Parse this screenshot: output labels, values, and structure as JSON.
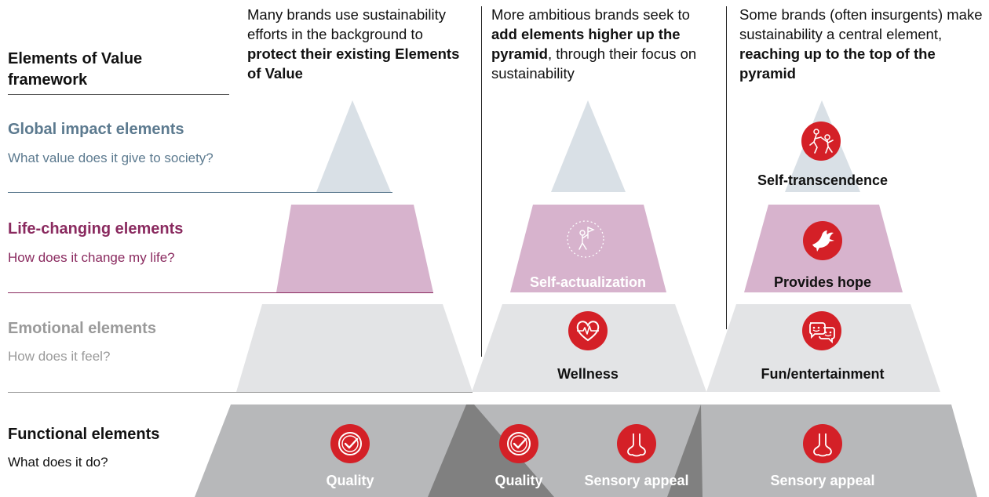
{
  "framework": {
    "title": "Elements of Value framework",
    "levels": [
      {
        "name": "Global impact elements",
        "question": "What value does it give to society?",
        "color": "#5c7a8f"
      },
      {
        "name": "Life-changing elements",
        "question": "How does it change my life?",
        "color": "#8a2a5f"
      },
      {
        "name": "Emotional elements",
        "question": "How does it feel?",
        "color": "#9a9a9a"
      },
      {
        "name": "Functional elements",
        "question": "What does it do?",
        "color": "#111111"
      }
    ]
  },
  "columns": [
    {
      "header_parts": [
        {
          "text": "Many brands use sustainability efforts in the background to ",
          "bold": false
        },
        {
          "text": "protect their existing Elements of Value",
          "bold": true
        }
      ]
    },
    {
      "header_parts": [
        {
          "text": "More ambitious brands seek to ",
          "bold": false
        },
        {
          "text": "add elements higher up the pyramid",
          "bold": true
        },
        {
          "text": ", through their focus on sustainability",
          "bold": false
        }
      ]
    },
    {
      "header_parts": [
        {
          "text": "Some brands (often insurgents) make sustainability a central element, ",
          "bold": false
        },
        {
          "text": "reaching up to the top of the pyramid",
          "bold": true
        }
      ]
    }
  ],
  "elements": {
    "quality_1": {
      "label": "Quality",
      "icon": "checkmark-badge-icon"
    },
    "quality_2": {
      "label": "Quality",
      "icon": "checkmark-badge-icon"
    },
    "sensory_1": {
      "label": "Sensory appeal",
      "icon": "nose-icon"
    },
    "sensory_2": {
      "label": "Sensory appeal",
      "icon": "nose-icon"
    },
    "wellness": {
      "label": "Wellness",
      "icon": "heartbeat-icon"
    },
    "fun": {
      "label": "Fun/entertainment",
      "icon": "speech-bubbles-icon"
    },
    "self_actualization": {
      "label": "Self-actualization",
      "icon": "person-flag-icon"
    },
    "provides_hope": {
      "label": "Provides hope",
      "icon": "dove-icon"
    },
    "self_transcendence": {
      "label": "Self-transcendence",
      "icon": "helping-hand-icon"
    }
  },
  "colors": {
    "accent_red": "#d42027",
    "tier_top": "#d9e0e6",
    "tier_life": "#d7b3cd",
    "tier_emotional": "#e3e4e6",
    "tier_functional": "#b7b8ba",
    "tier_functional_overlap": "#808080"
  }
}
